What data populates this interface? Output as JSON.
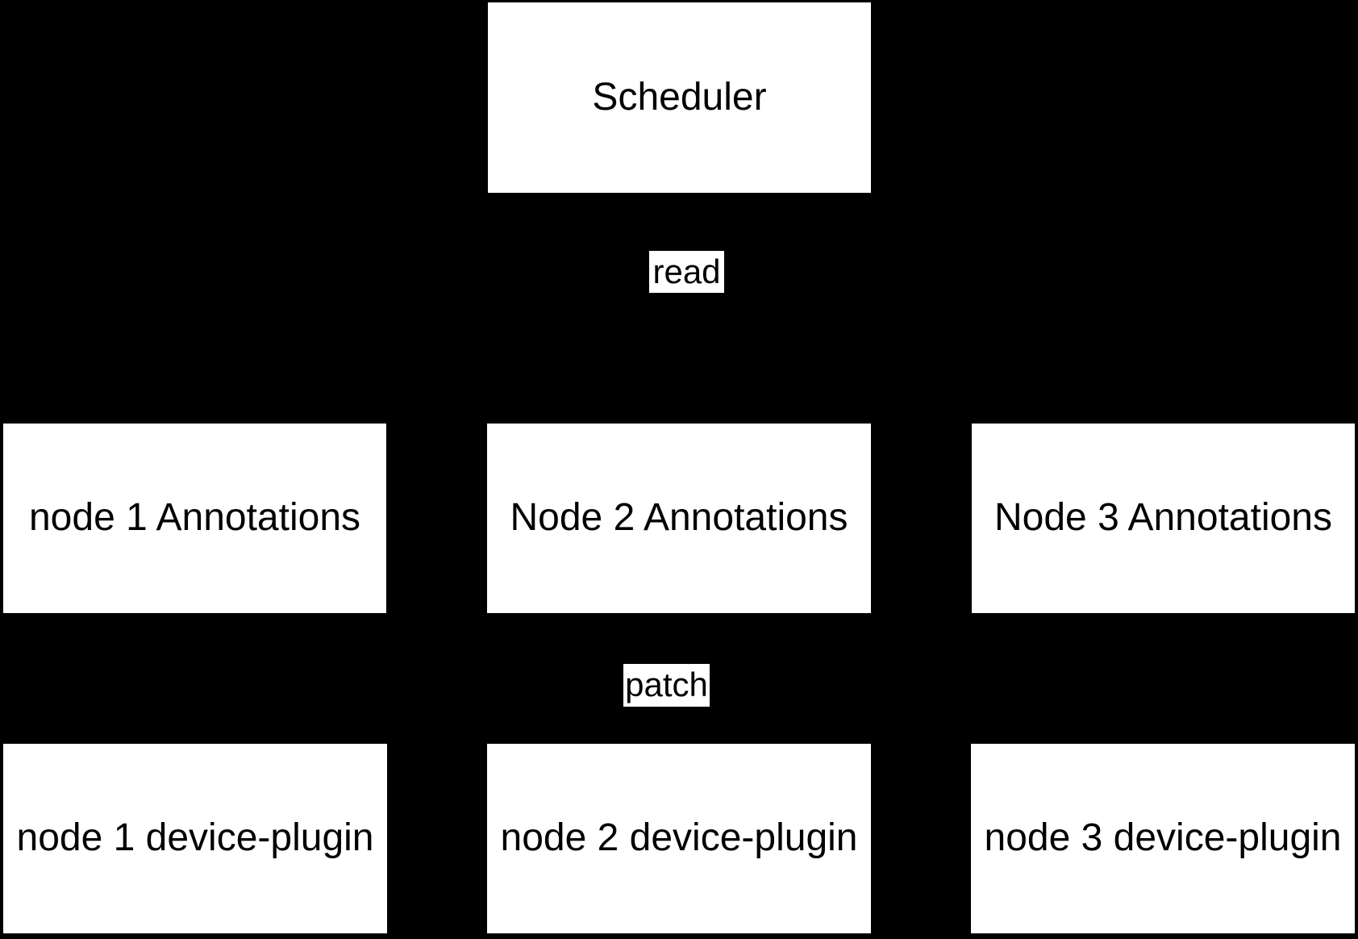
{
  "diagram": {
    "colors": {
      "background": "#000000",
      "node_fill": "#ffffff",
      "node_text": "#000000"
    },
    "scheduler": {
      "label": "Scheduler"
    },
    "edge_labels": {
      "read": {
        "label": "read"
      },
      "patch": {
        "label": "patch"
      }
    },
    "annotation_nodes": [
      {
        "label": "node 1 Annotations"
      },
      {
        "label": "Node 2 Annotations"
      },
      {
        "label": "Node 3 Annotations"
      }
    ],
    "device_plugin_nodes": [
      {
        "label": "node 1 device-plugin"
      },
      {
        "label": "node 2 device-plugin"
      },
      {
        "label": "node 3 device-plugin"
      }
    ]
  }
}
